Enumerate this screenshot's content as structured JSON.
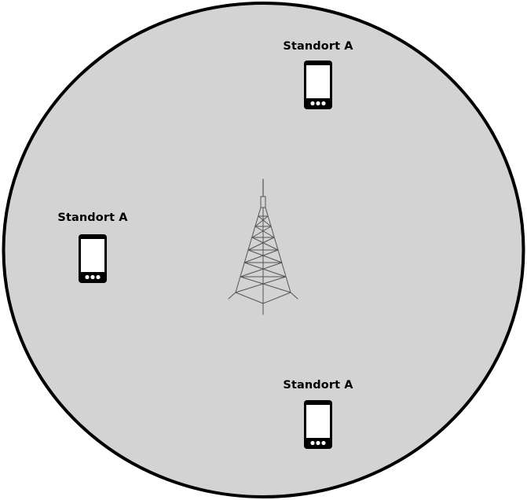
{
  "colors": {
    "cell_fill": "#d3d3d3",
    "cell_border": "#000000",
    "tower": "#555555",
    "device": "#000000",
    "screen": "#ffffff"
  },
  "icons": {
    "tower": "radio-tower-icon",
    "device": "mobile-phone-icon"
  },
  "stations": [
    {
      "label": "Standort A"
    },
    {
      "label": "Standort A"
    },
    {
      "label": "Standort A"
    }
  ]
}
